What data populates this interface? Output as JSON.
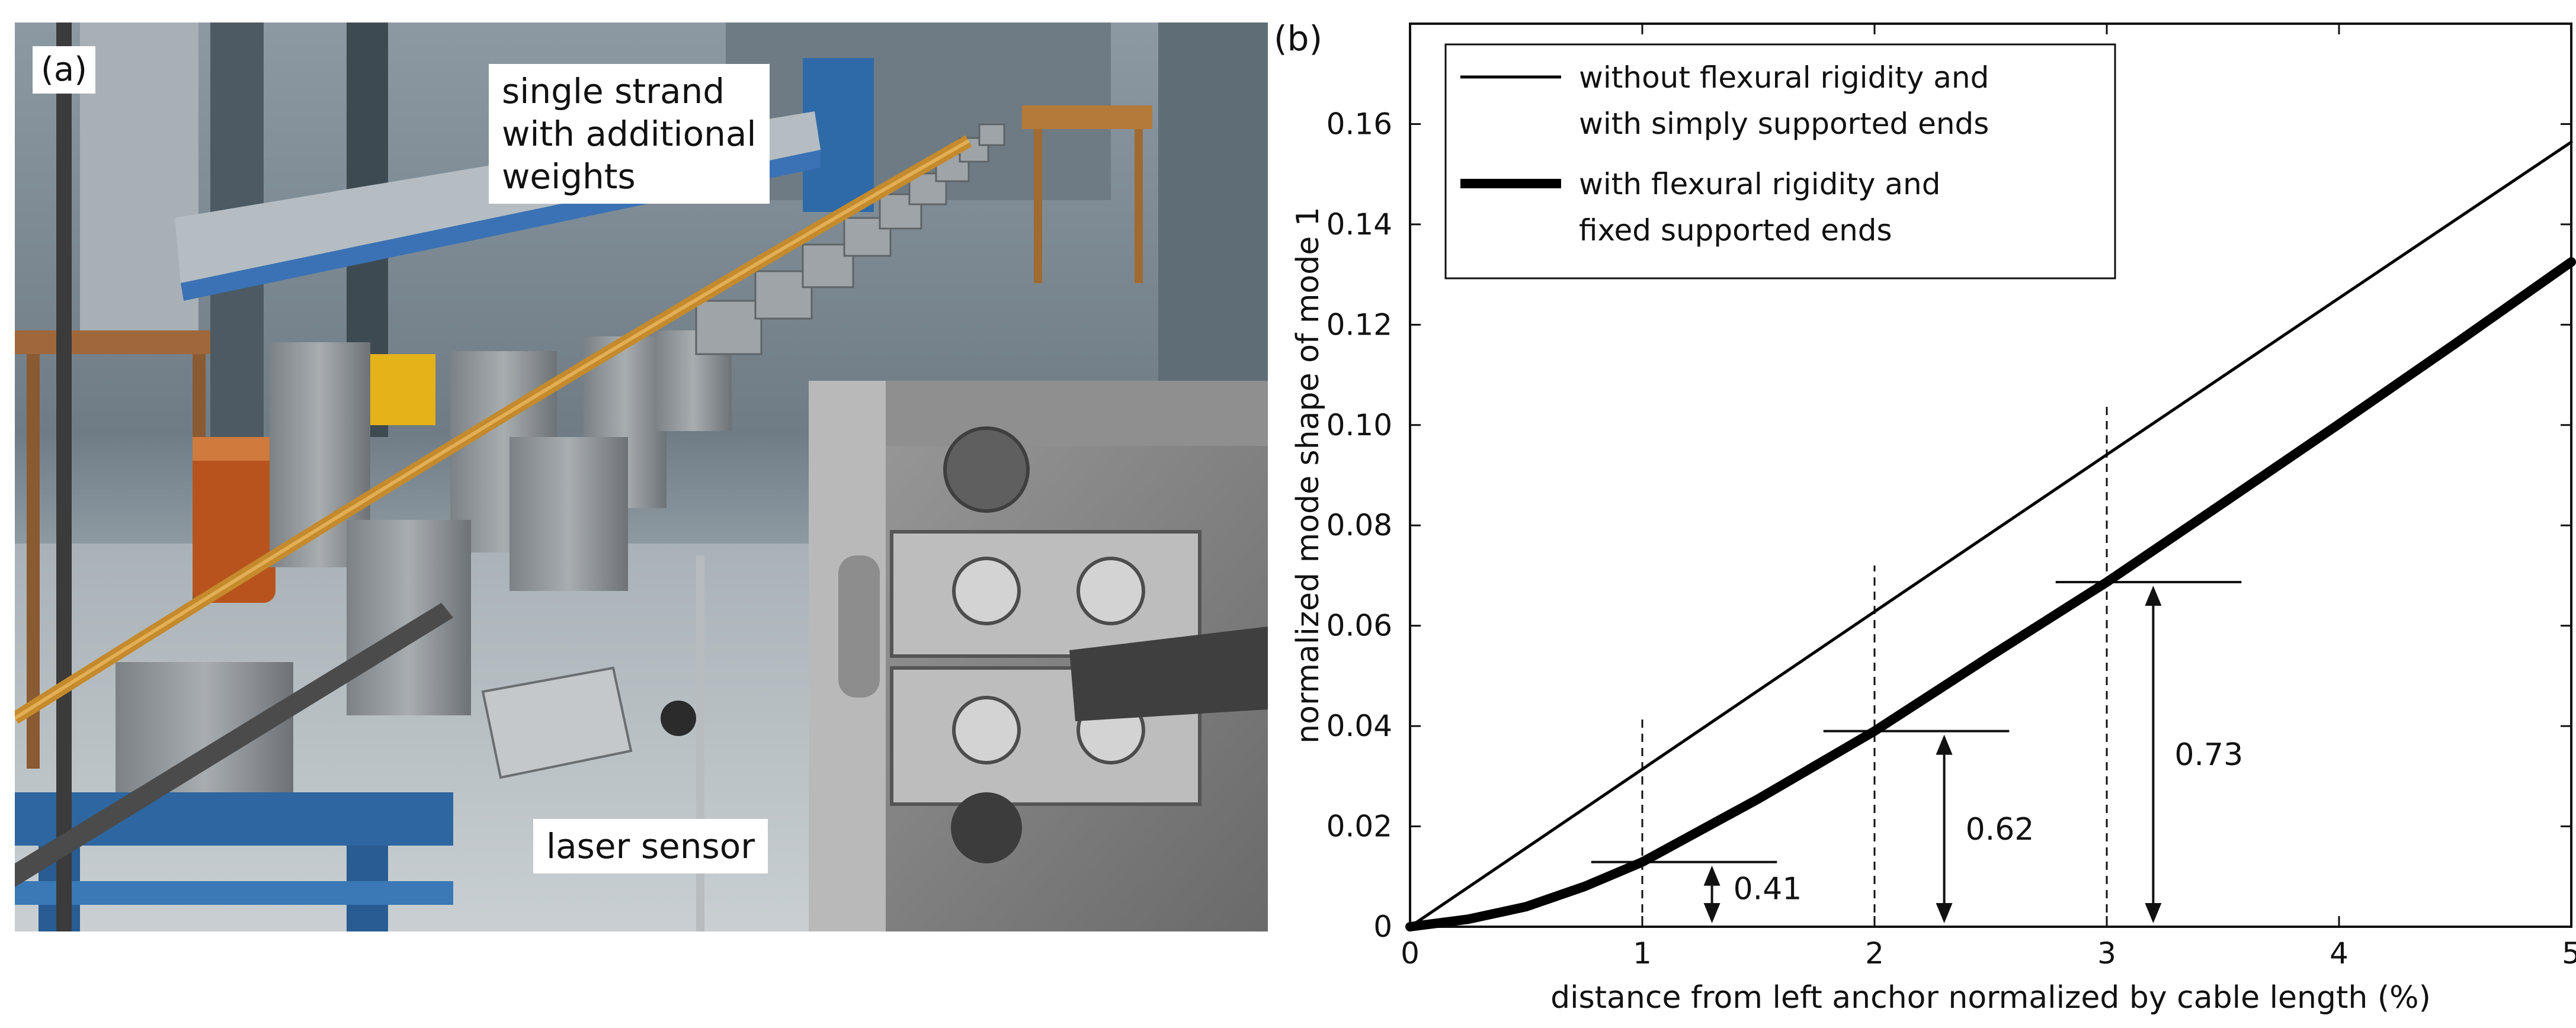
{
  "photo_panel": {
    "panel_label": "(a)",
    "callout_strand": "single strand\nwith additional\nweights",
    "callout_sensor": "laser sensor"
  },
  "chart_data": {
    "type": "line",
    "panel_label": "(b)",
    "title": "",
    "xlabel": "distance from left anchor normalized by cable length (%)",
    "ylabel": "normalized mode shape of mode 1",
    "xlim": [
      0,
      5
    ],
    "ylim": [
      0,
      0.18
    ],
    "x_ticks": [
      0,
      1,
      2,
      3,
      4,
      5
    ],
    "y_ticks": [
      0,
      0.02,
      0.04,
      0.06,
      0.08,
      0.1,
      0.12,
      0.14,
      0.16
    ],
    "y_tick_labels": [
      "0",
      "0.02",
      "0.04",
      "0.06",
      "0.08",
      "0.10",
      "0.12",
      "0.14",
      "0.16"
    ],
    "grid": false,
    "legend_position": "top-left",
    "series": [
      {
        "name": "without flexural rigidity and\nwith simply supported ends",
        "style": "thin",
        "x": [
          0,
          1,
          2,
          3,
          4,
          5
        ],
        "y": [
          0,
          0.0314,
          0.0628,
          0.0941,
          0.1253,
          0.1564
        ]
      },
      {
        "name": "with flexural rigidity and\nfixed supported ends",
        "style": "thick",
        "x": [
          0,
          0.25,
          0.5,
          0.75,
          1,
          1.5,
          2,
          2.5,
          3,
          3.5,
          4,
          4.5,
          5
        ],
        "y": [
          0,
          0.0015,
          0.004,
          0.008,
          0.0129,
          0.0255,
          0.039,
          0.054,
          0.0687,
          0.0844,
          0.1002,
          0.1162,
          0.1325
        ]
      }
    ],
    "annotations": [
      {
        "text": "0.41",
        "x": 1,
        "y_thin": 0.0314,
        "y_thick": 0.0129,
        "dashed_top": 0.042
      },
      {
        "text": "0.62",
        "x": 2,
        "y_thin": 0.0628,
        "y_thick": 0.039,
        "dashed_top": 0.072
      },
      {
        "text": "0.73",
        "x": 3,
        "y_thin": 0.0941,
        "y_thick": 0.0687,
        "dashed_top": 0.104
      }
    ]
  }
}
